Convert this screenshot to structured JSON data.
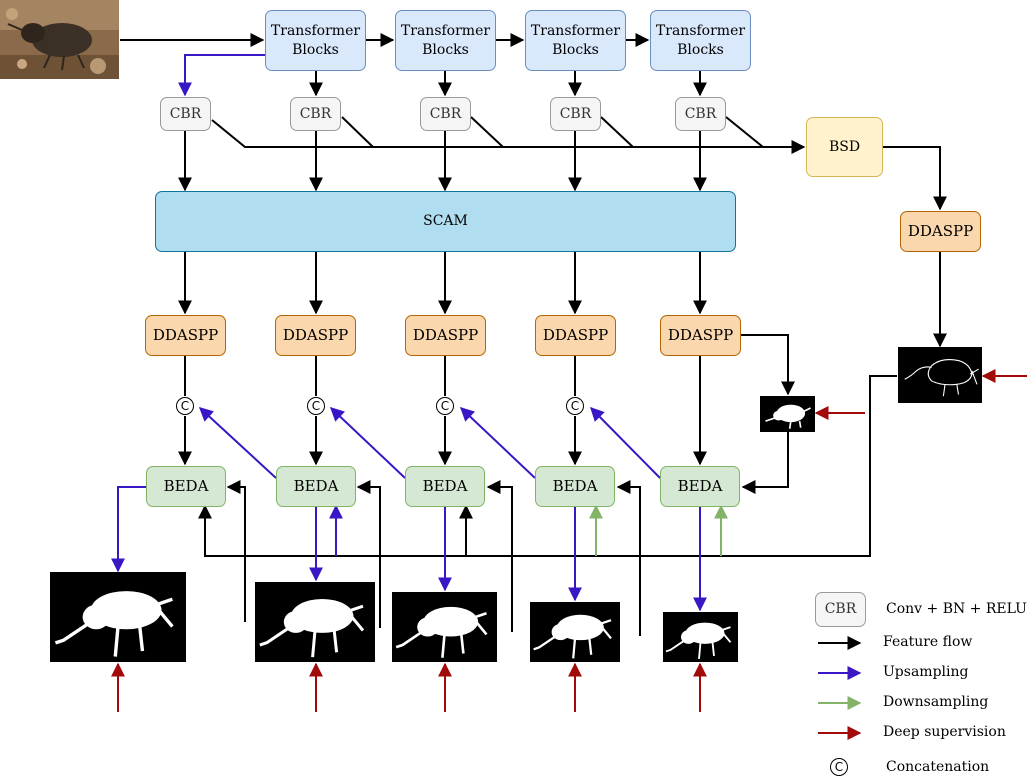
{
  "transformer_blocks": [
    {
      "line1": "Transformer",
      "line2": "Blocks"
    },
    {
      "line1": "Transformer",
      "line2": "Blocks"
    },
    {
      "line1": "Transformer",
      "line2": "Blocks"
    },
    {
      "line1": "Transformer",
      "line2": "Blocks"
    }
  ],
  "cbr": [
    "CBR",
    "CBR",
    "CBR",
    "CBR",
    "CBR"
  ],
  "scam": "SCAM",
  "bsd": "BSD",
  "ddaspp_side": "DDASPP",
  "ddaspp": [
    "DDASPP",
    "DDASPP",
    "DDASPP",
    "DDASPP",
    "DDASPP"
  ],
  "concat_symbol": "C",
  "beda": [
    "BEDA",
    "BEDA",
    "BEDA",
    "BEDA",
    "BEDA"
  ],
  "legend": {
    "cbr_box": "CBR",
    "cbr_desc": "Conv + BN + RELU",
    "feature_flow": "Feature flow",
    "upsampling": "Upsampling",
    "downsampling": "Downsampling",
    "deep_supervision": "Deep supervision",
    "concat_symbol": "C",
    "concatenation": "Concatenation"
  },
  "colors": {
    "feature_flow": "#000000",
    "upsampling": "#3a17c4",
    "downsampling": "#82b366",
    "deep_supervision": "#a20a0a"
  }
}
